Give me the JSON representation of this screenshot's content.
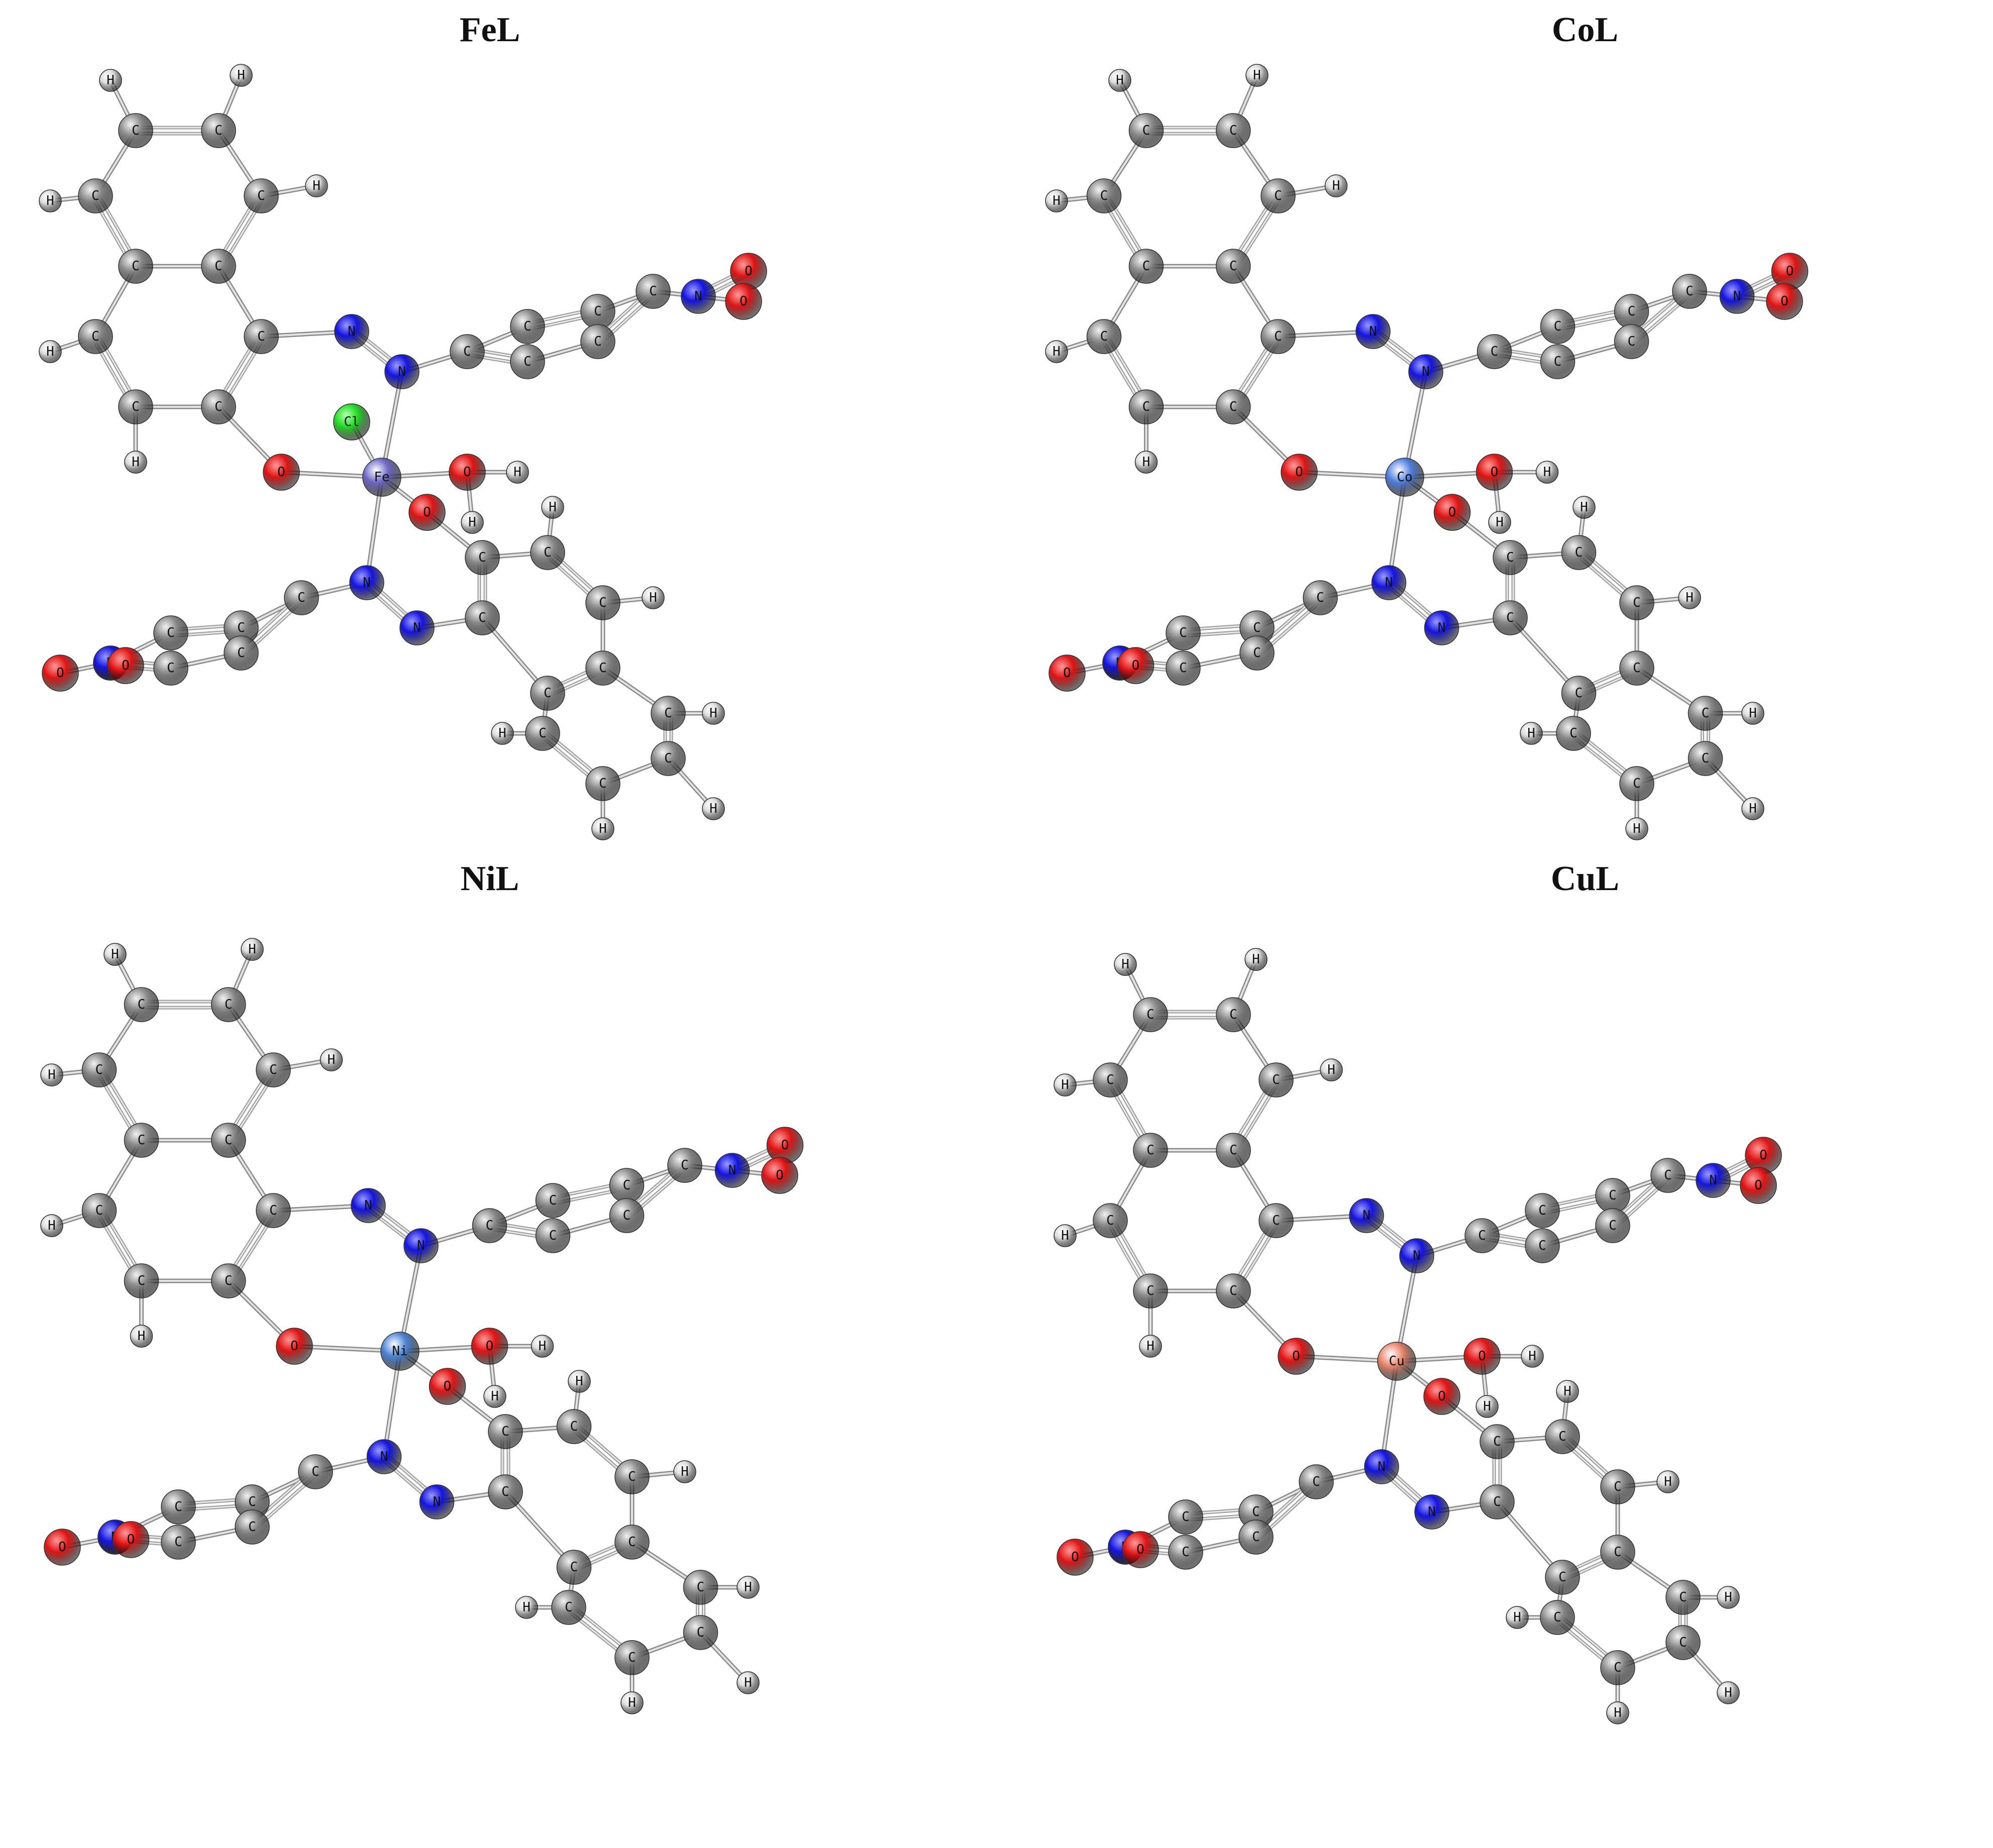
{
  "figure": {
    "panels": [
      {
        "id": "FeL",
        "title": "FeL",
        "metal": "Fe",
        "metal_color": "#6f69c7",
        "extra_ligand": "Cl"
      },
      {
        "id": "CoL",
        "title": "CoL",
        "metal": "Co",
        "metal_color": "#4f7fe0"
      },
      {
        "id": "NiL",
        "title": "NiL",
        "metal": "Ni",
        "metal_color": "#4a85d6"
      },
      {
        "id": "CuL",
        "title": "CuL",
        "metal": "Cu",
        "metal_color": "#e8856a"
      }
    ],
    "atom_labels": {
      "C": "C",
      "H": "H",
      "N": "N",
      "O": "O",
      "Cl": "Cl"
    },
    "atom_colors": {
      "C": "#8c8c8c",
      "H": "#e6e6e6",
      "N": "#1414e0",
      "O": "#e01414",
      "Cl": "#22dd22"
    }
  }
}
